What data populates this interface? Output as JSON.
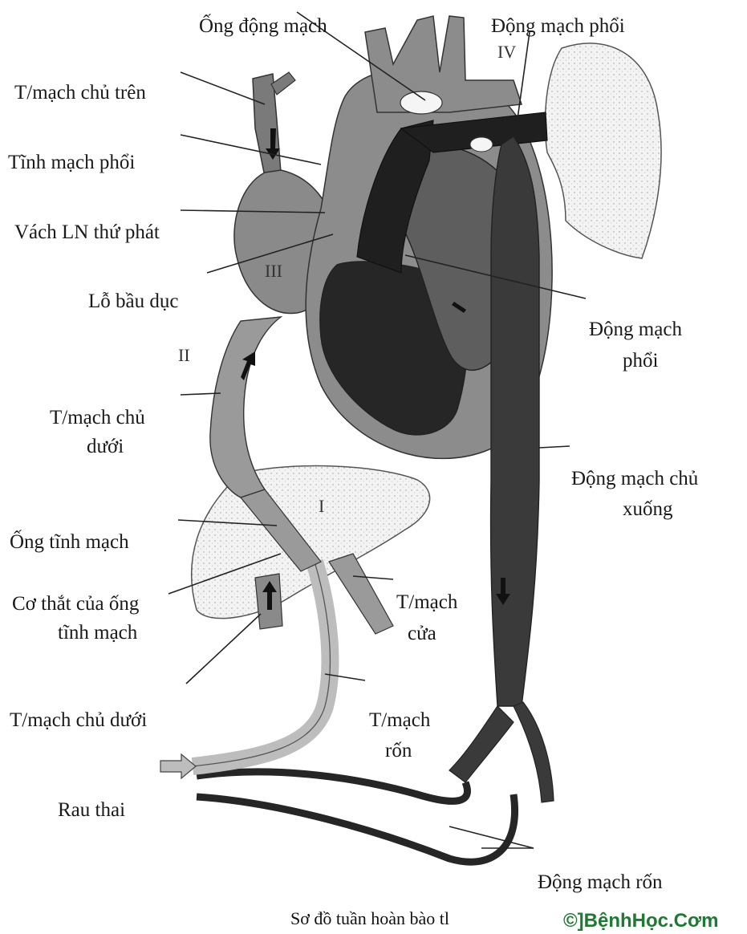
{
  "labels": {
    "ductus_arteriosus": "Ống động mạch",
    "pulmonary_artery_top": "Động mạch phổi",
    "svc": "T/mạch chủ trên",
    "pulmonary_vein": "Tĩnh mạch phổi",
    "septum_secundum": "Vách LN thứ phát",
    "foramen_ovale": "Lỗ bầu dục",
    "pulmonary_artery_right_1": "Động mạch",
    "pulmonary_artery_right_2": "phổi",
    "ivc_1": "T/mạch chủ",
    "ivc_2": "dưới",
    "descending_aorta_1": "Động mạch chủ",
    "descending_aorta_2": "xuống",
    "ductus_venosus": "Ống tĩnh mạch",
    "sphincter_1": "Cơ thắt của ống",
    "sphincter_2": "tĩnh mạch",
    "portal_vein_1": "T/mạch",
    "portal_vein_2": "cửa",
    "ivc_lower": "T/mạch chủ dưới",
    "umbilical_vein_1": "T/mạch",
    "umbilical_vein_2": "rốn",
    "placenta": "Rau thai",
    "umbilical_artery": "Động mạch rốn"
  },
  "roman": {
    "I": "I",
    "II": "II",
    "III": "III",
    "IV": "IV"
  },
  "caption": "Sơ đồ tuần hoàn bào tl",
  "watermark": "©]BệnhHọc.Cơm",
  "colors": {
    "dark": "#262626",
    "mid": "#7a7a7a",
    "light": "#bdbdbd",
    "pale": "#f2f2f2"
  }
}
